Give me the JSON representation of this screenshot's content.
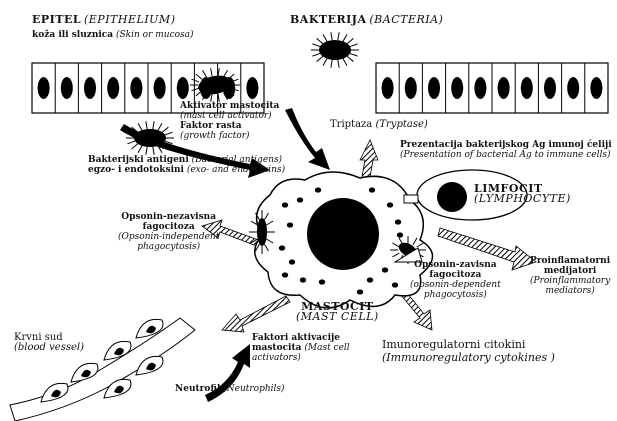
{
  "epithelium": {
    "title": "EPITEL",
    "title_en": "(EPITHELIUM)",
    "subtitle": "koža ili sluznica",
    "subtitle_en": "(Skin or mucosa)"
  },
  "bacteria": {
    "title": "BAKTERIJA",
    "title_en": "(BACTERIA)"
  },
  "activator": {
    "line1": "Aktivator mastocita",
    "line1_en": "(mast cell activator)",
    "line2": "Faktor rasta",
    "line2_en": "(growth factor)"
  },
  "antigens": {
    "line1": "Bakterijski antigeni",
    "line1_en": "(Bacterial antigens)",
    "line2": "egzo- i endotoksini",
    "line2_en": "(exo- and endotoxins)"
  },
  "tryptase": {
    "label": "Triptaza",
    "label_en": "(Tryptase)"
  },
  "presentation": {
    "line1": "Prezentacija bakterijskog Ag imunoj ćeliji",
    "line2": "(Presentation of bacterial Ag to immune cells)"
  },
  "lymphocyte": {
    "label": "LIMFOCIT",
    "label_en": "(LYMPHOCYTE)"
  },
  "opsonin_independent": {
    "line1": "Opsonin-nezavisna",
    "line2": "fagocitoza",
    "line3": "(Opsonin-independent",
    "line4": "phagocytosis)"
  },
  "opsonin_dependent": {
    "line1": "Opsonin-zavisna",
    "line2": "fagocitoza",
    "line3": "(opsonin-dependent",
    "line4": "phagocytosis)"
  },
  "proinflammatory": {
    "line1": "Proinflamatorni",
    "line2": "medijatori",
    "line3": "(Proinflammatory",
    "line4": "mediators)"
  },
  "mastocyte": {
    "label": "MASTOCIT",
    "label_en": "(MAST CELL)"
  },
  "immunoregulatory": {
    "line1": "Imunoregulatorni citokini",
    "line2": "(Immunoregulatory cytokines )"
  },
  "blood_vessel": {
    "label": "Krvni sud",
    "label_en": "(blood vessel)"
  },
  "activation_factors": {
    "line1": "Faktori aktivacije",
    "line2": "mastocita",
    "line2_en": "(Mast cell",
    "line3": "activators)"
  },
  "neutrophil": {
    "label": "Neutrofil",
    "label_en": "(Neutrophils)"
  }
}
